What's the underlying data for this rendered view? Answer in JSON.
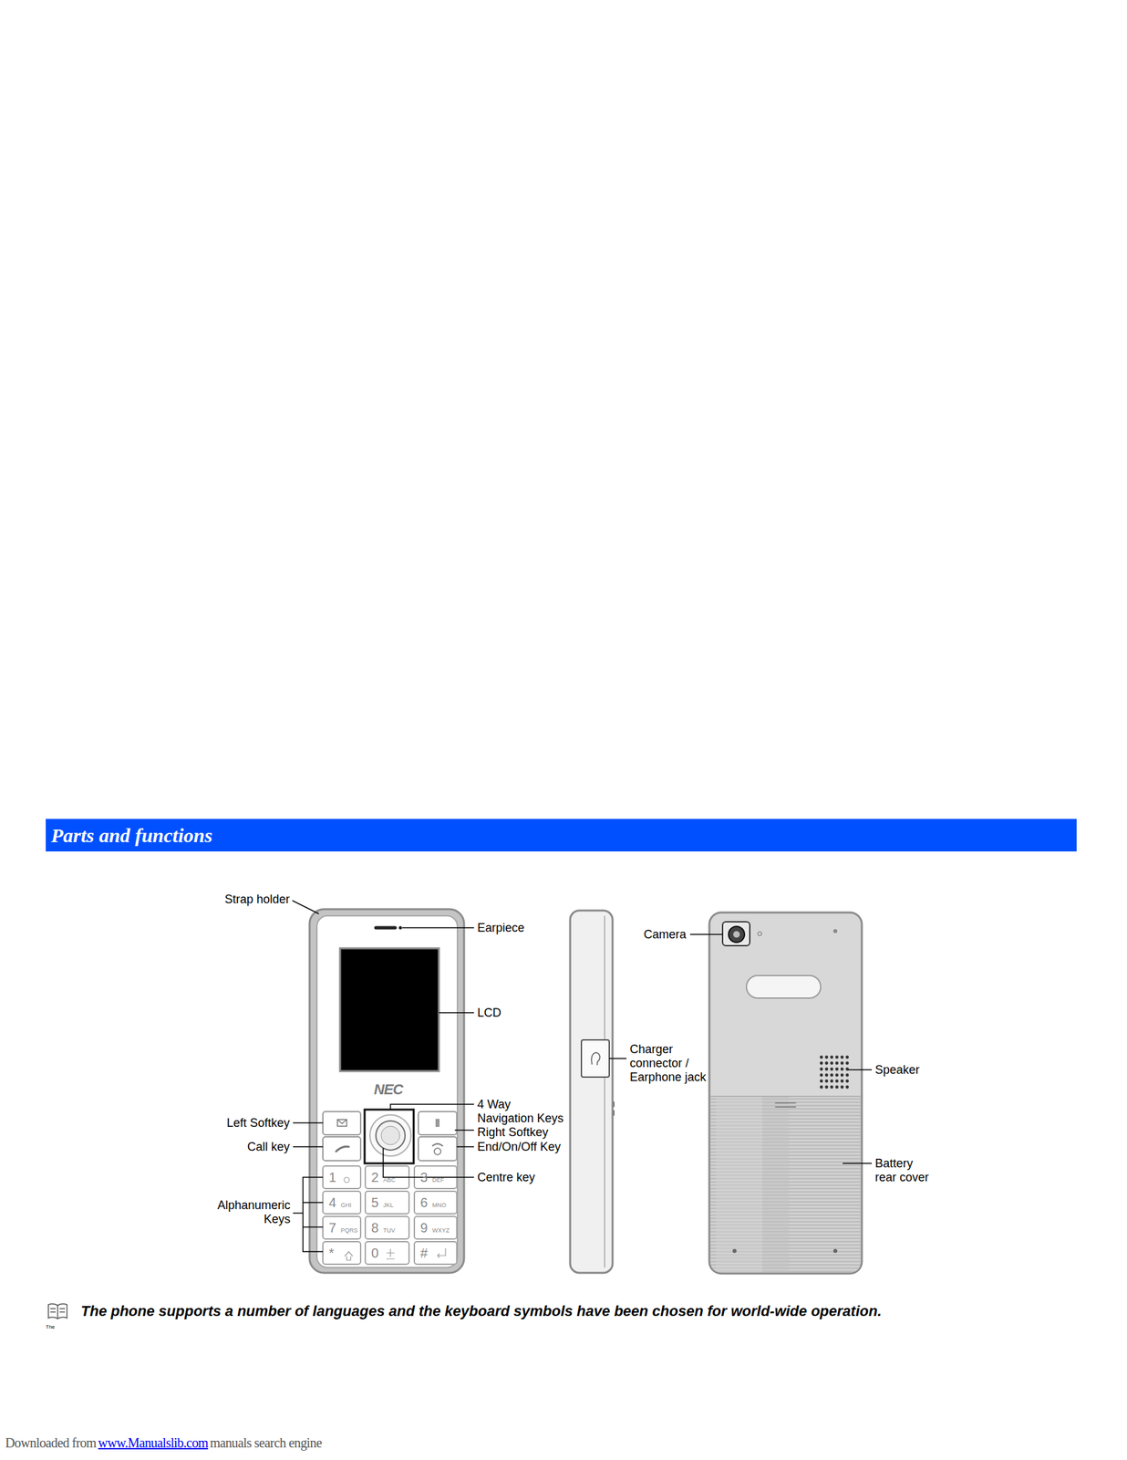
{
  "diagram": {
    "title": "Parts and functions",
    "labels": [
      "Strap holder",
      "Earpiece",
      "LCD",
      "NEC",
      "4 Way Navigation Keys",
      "Left Softkey",
      "Right Softkey",
      "Call key",
      "End/On/Off Key",
      "Centre key",
      "Alphanumeric Keys",
      "1",
      "2",
      "ABC",
      "3",
      "DEF",
      "4",
      "GHI",
      "5",
      "JKL",
      "6",
      "MNO",
      "7",
      "PQRS",
      "8",
      "TUV",
      "9",
      "WXYZ",
      "*",
      "0",
      "#",
      "Charger connector / Earphone jack",
      "Camera",
      "Speaker",
      "Battery rear cover",
      "The phone supports a number of languages and the keyboard symbols have been chosen for world-wide operation.",
      "The",
      "Downloaded from",
      "www.Manualslib.com",
      "manuals search engine"
    ]
  }
}
